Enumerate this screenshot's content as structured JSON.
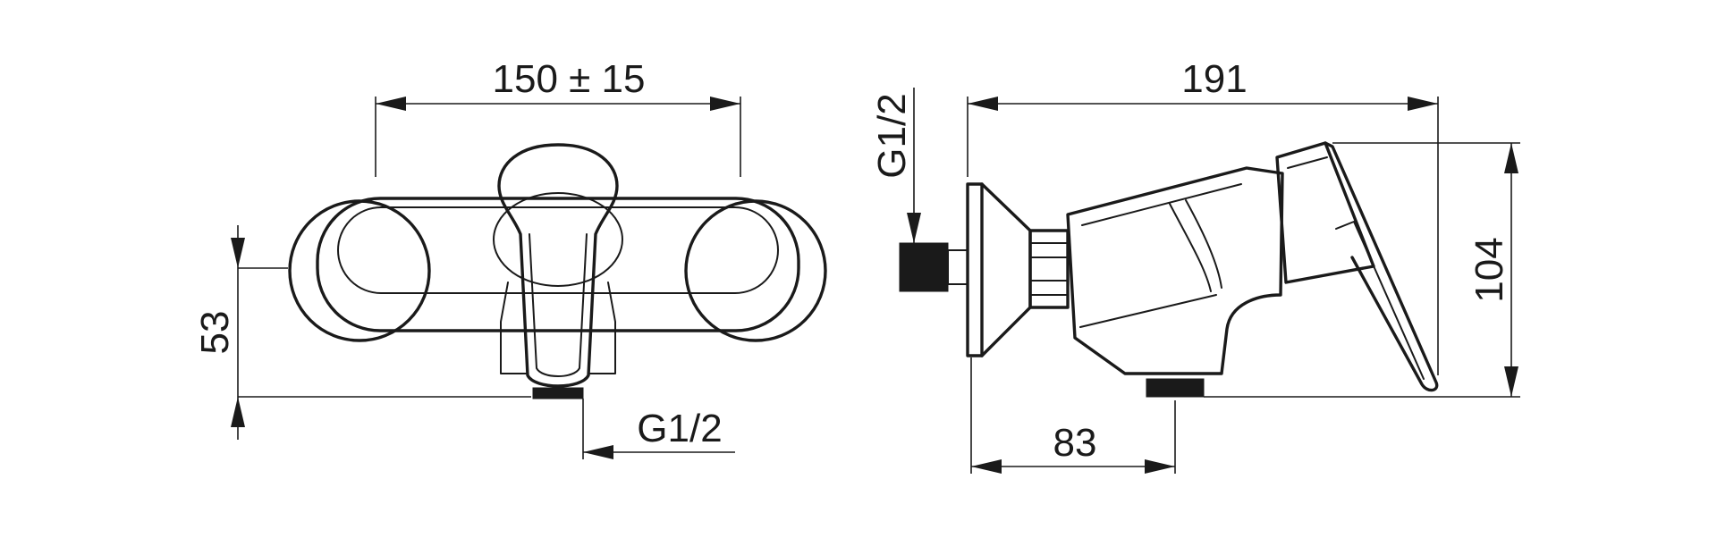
{
  "front_view": {
    "dim_width": "150 ± 15",
    "dim_height": "53",
    "dim_thread": "G1/2"
  },
  "side_view": {
    "dim_length": "191",
    "dim_height": "104",
    "dim_depth": "83",
    "dim_thread": "G1/2"
  }
}
